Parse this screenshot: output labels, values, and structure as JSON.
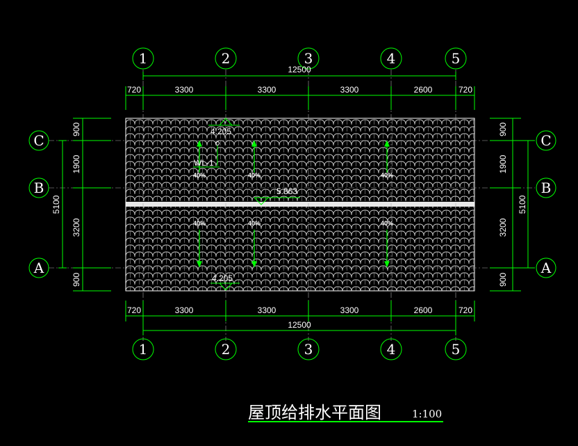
{
  "drawing": {
    "title": "屋顶给排水平面图",
    "scale": "1:100",
    "colors": {
      "background": "#000000",
      "dimension": "#00ff00",
      "text": "#ffffff",
      "roof": "#d8d8d8",
      "axis": "#00ff00"
    }
  },
  "grid": {
    "column_axes": [
      "1",
      "2",
      "3",
      "4",
      "5"
    ],
    "row_axes": [
      "C",
      "B",
      "A"
    ]
  },
  "dimensions": {
    "horizontal_segments": [
      "720",
      "3300",
      "3300",
      "3300",
      "2600",
      "720"
    ],
    "horizontal_total": "12500",
    "vertical_segments": [
      "900",
      "1900",
      "3200",
      "900"
    ],
    "vertical_total": "5100"
  },
  "annotations": {
    "elevation_top": "4.205",
    "elevation_ridge": "5.863",
    "elevation_bottom": "4.205",
    "downpipe_label": "WL-1",
    "slopes": [
      "40%",
      "40%",
      "40%",
      "40%",
      "40%",
      "40%"
    ]
  }
}
